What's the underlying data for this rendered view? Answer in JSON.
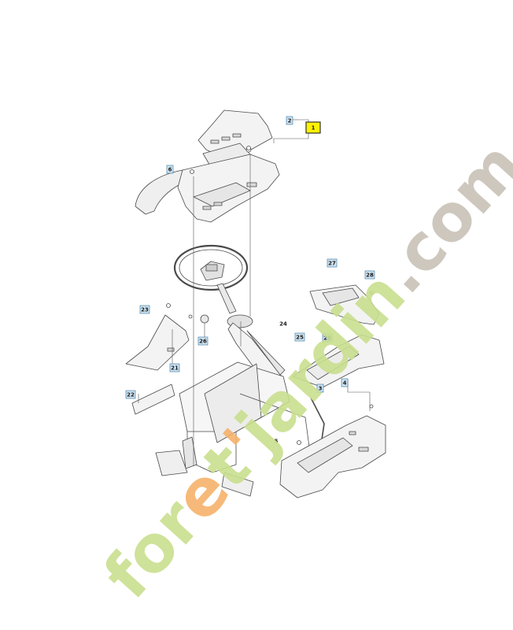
{
  "colors": {
    "paper": "#ffffff",
    "line": "#4a4a4a",
    "part_fill": "#f3f3f3",
    "part_shade": "#d9d9d9",
    "callout_bg": "#cfe4f2",
    "callout_border": "#2d6f9a",
    "highlight_bg": "#fff200",
    "highlight_border": "#333333",
    "watermark_green": "#c9df8f",
    "watermark_orange": "#f6b26b",
    "watermark_grey": "#c8c2b6"
  },
  "watermark": {
    "segments": [
      {
        "text": "for",
        "color": "#c9df8f"
      },
      {
        "text": "e",
        "color": "#f6b26b"
      },
      {
        "text": "t",
        "color": "#c9df8f"
      },
      {
        "text": "'",
        "color": "#f6b26b"
      },
      {
        "text": "jardin",
        "color": "#c9df8f"
      },
      {
        "text": ".com",
        "color": "#c8c2b6"
      }
    ]
  },
  "callouts": [
    {
      "id": "part-1",
      "label": "1",
      "highlighted": true
    },
    {
      "id": "part-2",
      "label": "2"
    },
    {
      "id": "part-3",
      "label": "3"
    },
    {
      "id": "part-4",
      "label": "4"
    },
    {
      "id": "part-5",
      "label": "5",
      "plain": true
    },
    {
      "id": "part-6",
      "label": "6"
    },
    {
      "id": "part-21",
      "label": "21"
    },
    {
      "id": "part-22",
      "label": "22"
    },
    {
      "id": "part-23",
      "label": "23"
    },
    {
      "id": "part-24",
      "label": "24",
      "plain": true
    },
    {
      "id": "part-25",
      "label": "25"
    },
    {
      "id": "part-26",
      "label": "26"
    },
    {
      "id": "part-27",
      "label": "27"
    },
    {
      "id": "part-28",
      "label": "28"
    },
    {
      "id": "part-29",
      "label": "29"
    }
  ]
}
